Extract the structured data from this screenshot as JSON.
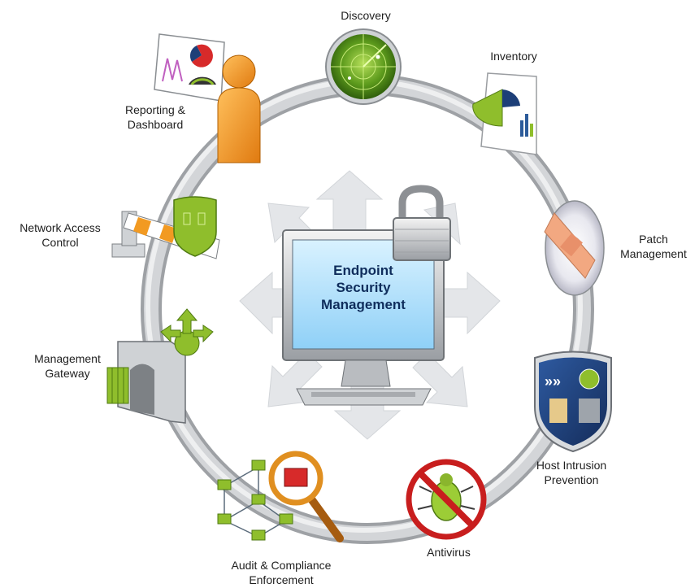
{
  "center": {
    "title_lines": [
      "Endpoint",
      "Security",
      "Management"
    ]
  },
  "nodes": {
    "discovery": {
      "lines": [
        "Discovery"
      ]
    },
    "inventory": {
      "lines": [
        "Inventory"
      ]
    },
    "patch": {
      "lines": [
        "Patch",
        "Management"
      ]
    },
    "hip": {
      "lines": [
        "Host Intrusion",
        "Prevention"
      ]
    },
    "antivirus": {
      "lines": [
        "Antivirus"
      ]
    },
    "audit": {
      "lines": [
        "Audit & Compliance",
        "Enforcement"
      ]
    },
    "gateway": {
      "lines": [
        "Management",
        "Gateway"
      ]
    },
    "nac": {
      "lines": [
        "Network Access",
        "Control"
      ]
    },
    "reporting": {
      "lines": [
        "Reporting &",
        "Dashboard"
      ]
    }
  },
  "colors": {
    "ring": "#c4c6c9",
    "arrows": "#e6e8eb",
    "screen": "#bfe6ff",
    "title": "#0f2d5c",
    "accent_green": "#8fbe2c",
    "accent_orange": "#f29a22",
    "danger_red": "#d72a2a"
  },
  "icons": {
    "discovery": "radar-icon",
    "inventory": "chart-report-icon",
    "patch": "cd-bandage-icon",
    "hip": "shield-icon",
    "antivirus": "no-bug-icon",
    "audit": "network-magnifier-icon",
    "gateway": "gate-arrows-icon",
    "nac": "barrier-shield-icon",
    "reporting": "person-dashboard-icon",
    "center": "monitor-lock-icon"
  }
}
